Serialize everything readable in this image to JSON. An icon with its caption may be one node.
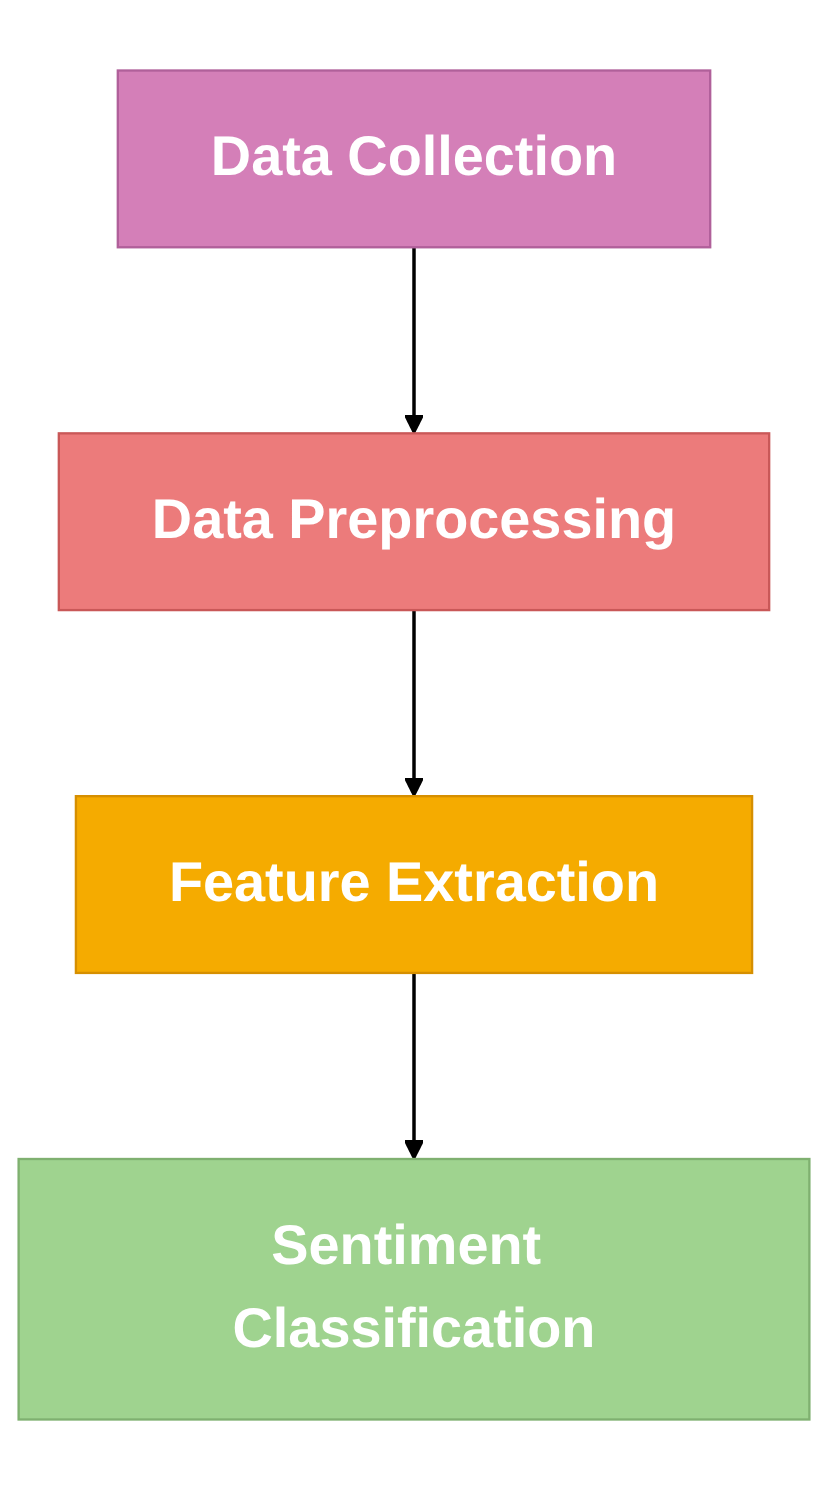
{
  "diagram": {
    "nodes": [
      {
        "text": [
          "Data Collection"
        ]
      },
      {
        "text": [
          "Data Preprocessing"
        ]
      },
      {
        "text": [
          "Feature Extraction"
        ]
      },
      {
        "text": [
          "Sentiment Classification"
        ]
      }
    ],
    "edges": [
      {
        "from": 0,
        "to": 1,
        "arrow": "to"
      },
      {
        "from": 1,
        "to": 2,
        "arrow": "to"
      },
      {
        "from": 2,
        "to": 3,
        "arrow": "to"
      }
    ]
  }
}
